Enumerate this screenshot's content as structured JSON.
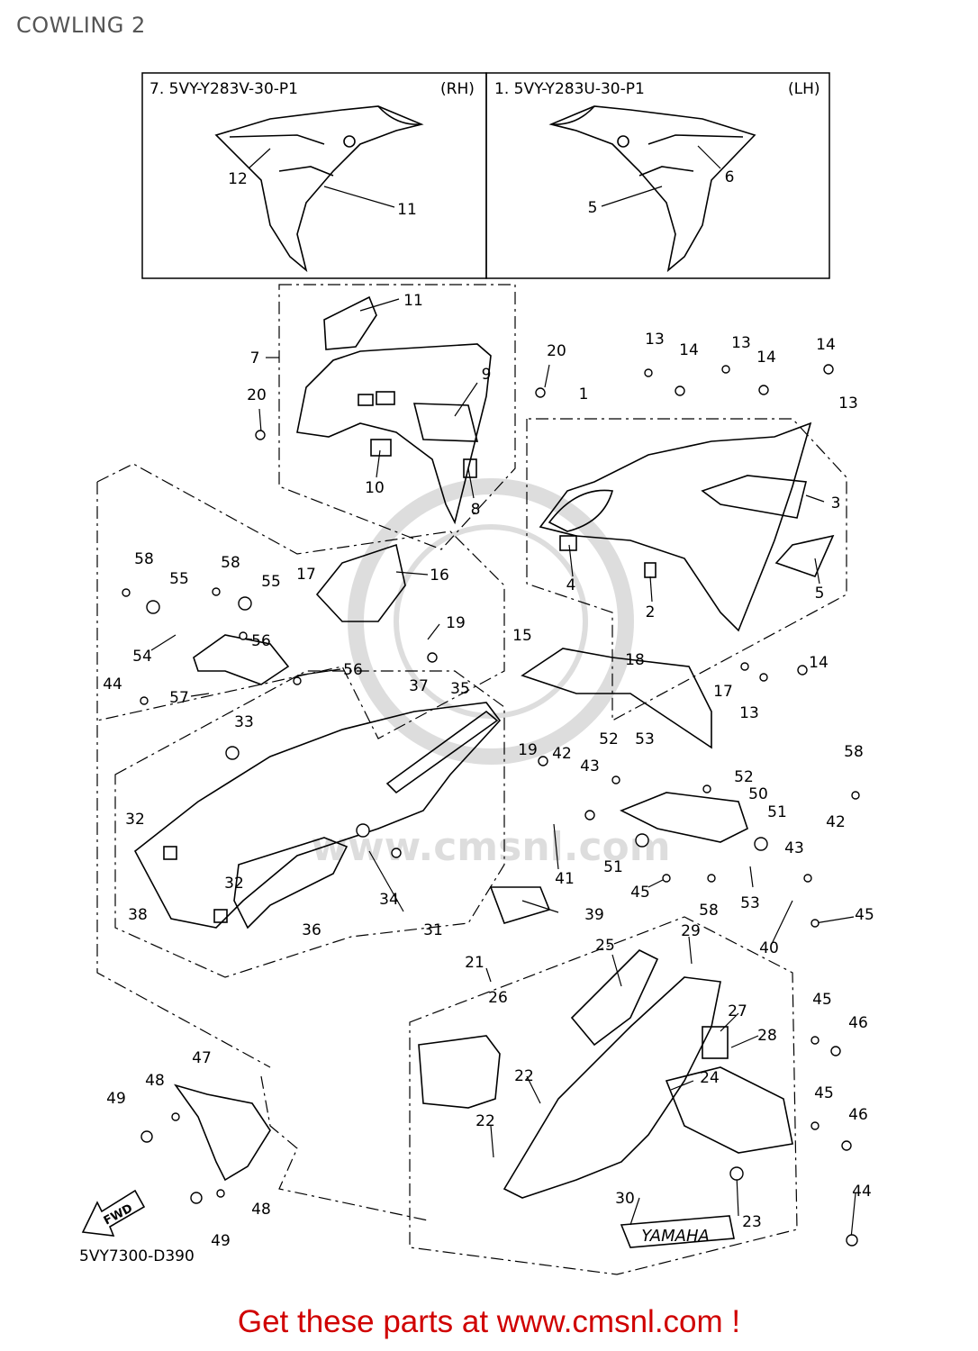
{
  "page_title": "COWLING 2",
  "insets": {
    "rh": {
      "part_label": "7. 5VY-Y283V-30-P1",
      "side": "(RH)"
    },
    "lh": {
      "part_label": "1. 5VY-Y283U-30-P1",
      "side": "(LH)"
    }
  },
  "watermark": "www.cmsnl.com",
  "fwd_label": "FWD",
  "brand_decal": "YAMAHA",
  "diagram_code": "5VY7300-D390",
  "footer": {
    "text_prefix": "Get these parts at ",
    "link_text": "www.cmsnl.com",
    "text_suffix": " !"
  },
  "callouts": {
    "c12": "12",
    "c11a": "11",
    "c6": "6",
    "c5a": "5",
    "c11b": "11",
    "c7": "7",
    "c20a": "20",
    "c9": "9",
    "c10": "10",
    "c8": "8",
    "c20b": "20",
    "c1": "1",
    "c13a": "13",
    "c14a": "14",
    "c13b": "13",
    "c14b": "14",
    "c14c": "14",
    "c13c": "13",
    "c3": "3",
    "c4": "4",
    "c2": "2",
    "c5b": "5",
    "c58a": "58",
    "c55a": "55",
    "c58b": "58",
    "c55b": "55",
    "c17a": "17",
    "c16": "16",
    "c19a": "19",
    "c54": "54",
    "c56a": "56",
    "c56b": "56",
    "c44a": "44",
    "c57": "57",
    "c37": "37",
    "c35": "35",
    "c33": "33",
    "c15": "15",
    "c18": "18",
    "c14d": "14",
    "c17b": "17",
    "c13d": "13",
    "c19b": "19",
    "c42a": "42",
    "c52a": "52",
    "c53a": "53",
    "c43a": "43",
    "c58c": "58",
    "c52b": "52",
    "c50": "50",
    "c51a": "51",
    "c32a": "32",
    "c38": "38",
    "c32b": "32",
    "c36": "36",
    "c34": "34",
    "c31": "31",
    "c39": "39",
    "c41": "41",
    "c51b": "51",
    "c45a": "45",
    "c58d": "58",
    "c53b": "53",
    "c43b": "43",
    "c42b": "42",
    "c45b": "45",
    "c40": "40",
    "c29": "29",
    "c25": "25",
    "c21": "21",
    "c26": "26",
    "c27": "27",
    "c28": "28",
    "c45c": "45",
    "c46a": "46",
    "c24": "24",
    "c22a": "22",
    "c22b": "22",
    "c45d": "45",
    "c46b": "46",
    "c47": "47",
    "c48a": "48",
    "c49a": "49",
    "c48b": "48",
    "c49b": "49",
    "c30": "30",
    "c23": "23",
    "c44b": "44"
  }
}
